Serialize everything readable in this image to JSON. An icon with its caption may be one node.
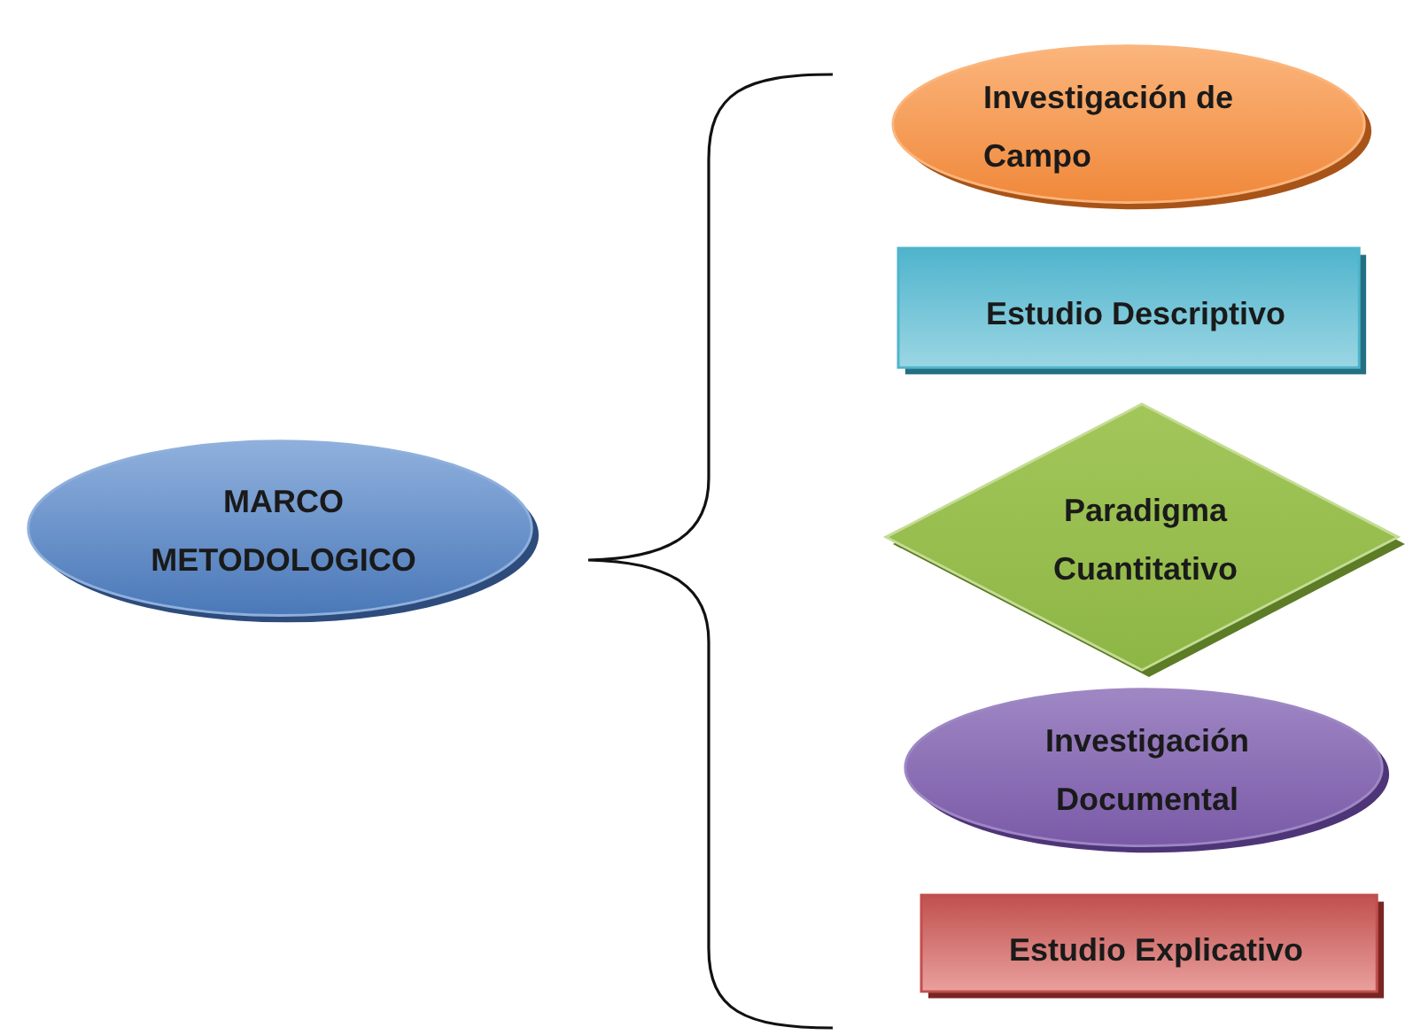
{
  "diagram": {
    "nodes": [
      {
        "text": [
          "MARCO METODOLOGICO"
        ]
      },
      {
        "text": [
          "Investigación de Campo"
        ]
      },
      {
        "text": [
          "Estudio Descriptivo"
        ]
      },
      {
        "text": [
          "Paradigma Cuantitativo"
        ]
      },
      {
        "text": [
          "Investigación Documental"
        ]
      },
      {
        "text": [
          "Estudio Explicativo"
        ]
      }
    ]
  }
}
